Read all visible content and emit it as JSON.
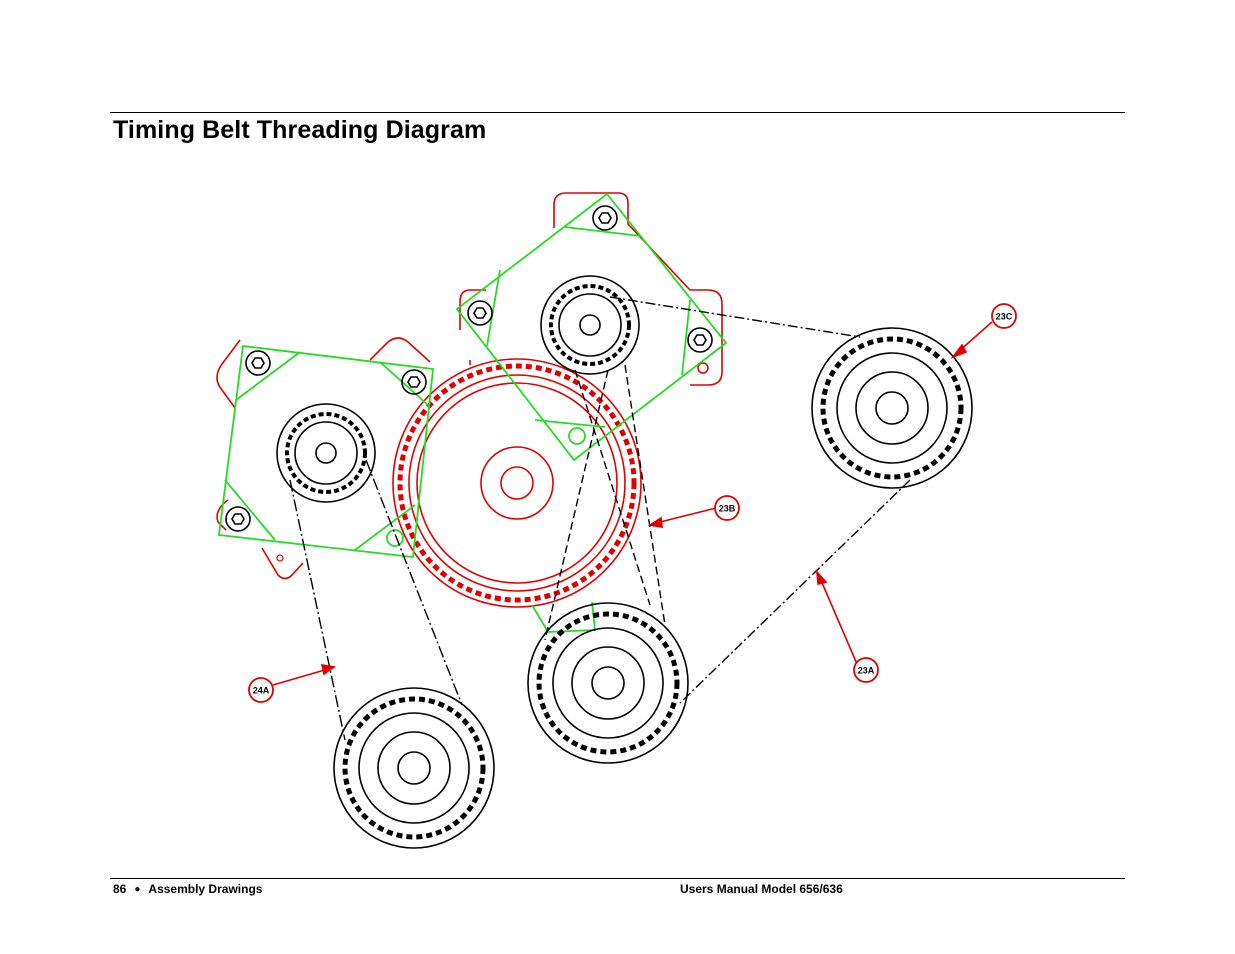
{
  "page_title": "Timing Belt Threading Diagram",
  "footer": {
    "page_number": "86",
    "bullet": "●",
    "section": "Assembly Drawings",
    "manual": "Users Manual Model 656/636"
  },
  "callouts": {
    "c23c": "23C",
    "c23b": "23B",
    "c23a": "23A",
    "c24a": "24A"
  },
  "colors": {
    "bracket": "#e00000",
    "motor_plate": "#22dd22",
    "pulley": "#000000",
    "callout": "#e00000"
  }
}
